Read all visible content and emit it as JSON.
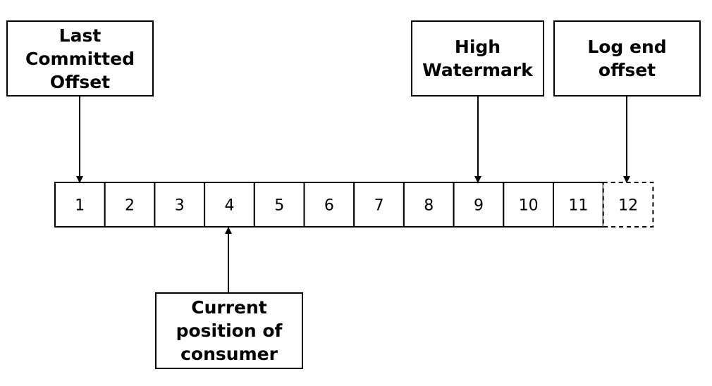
{
  "labels": {
    "last_committed_offset": [
      "Last",
      "Committed",
      "Offset"
    ],
    "high_watermark": [
      "High",
      "Watermark"
    ],
    "log_end_offset": [
      "Log end",
      "offset"
    ],
    "current_position": [
      "Current",
      "position of",
      "consumer"
    ]
  },
  "log": {
    "offsets": [
      "1",
      "2",
      "3",
      "4",
      "5",
      "6",
      "7",
      "8",
      "9",
      "10",
      "11",
      "12"
    ],
    "pending_offset": "12"
  },
  "pointers": {
    "last_committed_offset": "1",
    "high_watermark": "9",
    "log_end_offset": "12",
    "current_position": "4"
  },
  "colors": {
    "stroke": "#000000",
    "background": "#ffffff"
  }
}
